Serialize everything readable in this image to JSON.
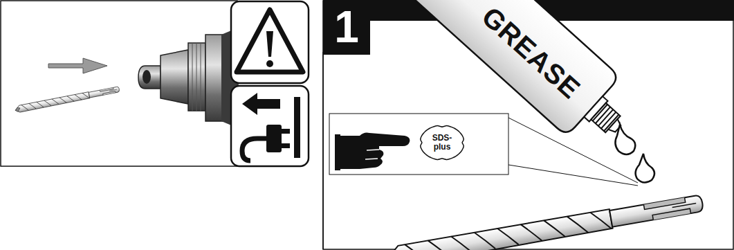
{
  "diagram": {
    "nodes": [
      {
        "text": [
          "1"
        ]
      },
      {
        "text": [
          "SDS- plus"
        ]
      }
    ],
    "labels": [
      "GREASE"
    ]
  }
}
